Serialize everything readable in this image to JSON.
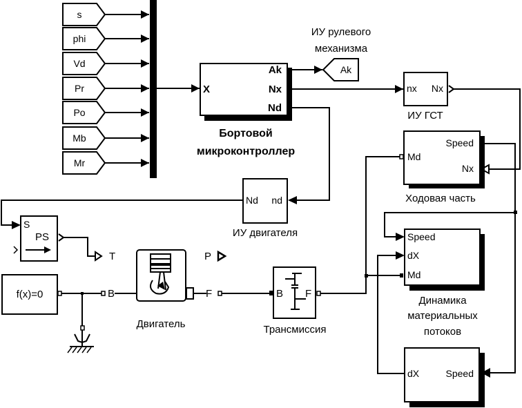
{
  "diagram": {
    "type": "simulink-block-diagram",
    "colors": {
      "line": "#000000",
      "background": "#ffffff"
    },
    "from_tags": [
      "s",
      "phi",
      "Vd",
      "Pr",
      "Po",
      "Mb",
      "Mr"
    ],
    "controller": {
      "name_line1": "Бортовой",
      "name_line2": "микроконтроллер",
      "input": "X",
      "outputs": [
        "Ak",
        "Nx",
        "Nd"
      ]
    },
    "steering": {
      "label_line1": "ИУ рулевого",
      "label_line2": "механизма",
      "tag": "Ak"
    },
    "gst": {
      "label": "ИУ ГСТ",
      "in_port": "nx",
      "out_port": "Nx"
    },
    "running_gear": {
      "label": "Ходовая часть",
      "ports": {
        "speed": "Speed",
        "md": "Md",
        "nx": "Nx"
      }
    },
    "engine_actuator": {
      "label": "ИУ двигателя",
      "in_port": "nd",
      "out_port": "Nd"
    },
    "ps_converter": {
      "port_s": "S",
      "text": "PS"
    },
    "goto_t": "T",
    "goto_p": "P",
    "solver": {
      "text": "f(x)=0"
    },
    "engine": {
      "label": "Двигатель",
      "port_b": "B",
      "port_f": "F"
    },
    "transmission": {
      "label": "Трансмиссия",
      "port_b": "B",
      "port_f": "F"
    },
    "material_flow": {
      "label_line1": "Динамика",
      "label_line2": "материальных",
      "label_line3": "потоков",
      "ports": {
        "speed": "Speed",
        "dx": "dX",
        "md": "Md"
      }
    },
    "integrator_block": {
      "port_dx": "dX",
      "port_speed": "Speed"
    }
  }
}
